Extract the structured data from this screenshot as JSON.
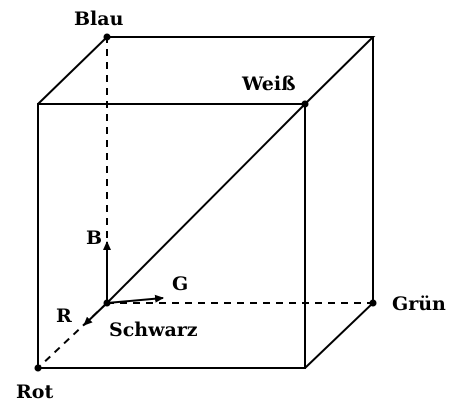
{
  "diagram": {
    "labels": {
      "blue": "Blau",
      "white": "Weiß",
      "green": "Grün",
      "red": "Rot",
      "black": "Schwarz",
      "axis_b": "B",
      "axis_g": "G",
      "axis_r": "R"
    },
    "colors": {
      "stroke": "#000000",
      "background": "#ffffff"
    }
  }
}
